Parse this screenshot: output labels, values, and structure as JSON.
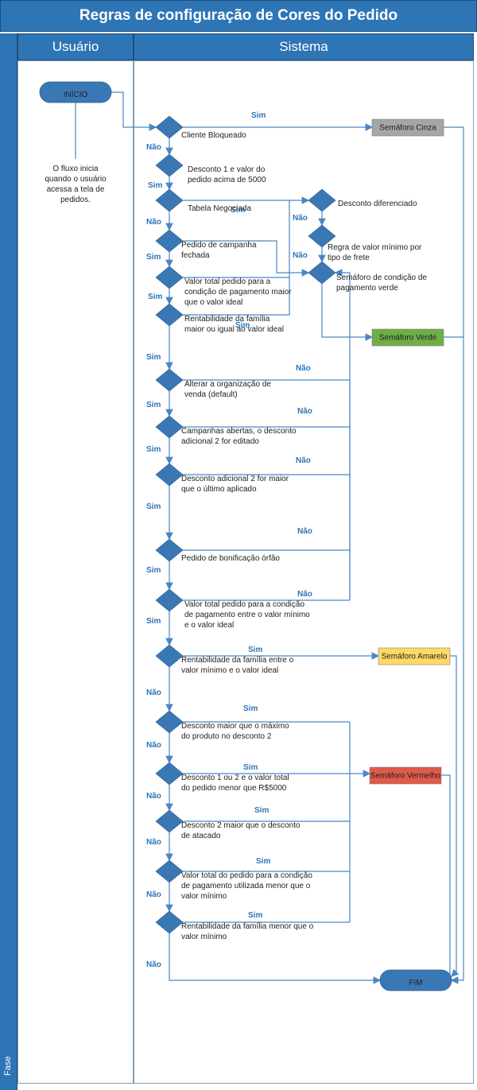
{
  "title": "Regras de configuração de Cores do Pedido",
  "lanes": {
    "user": "Usuário",
    "system": "Sistema",
    "phase": "Fase"
  },
  "start": {
    "label": "INÍCIO",
    "note": [
      "O fluxo inicia",
      "quando o usuário",
      "acessa a tela de",
      "pedidos."
    ]
  },
  "end": {
    "label": "FIM"
  },
  "decisions": [
    [
      "Cliente Bloqueado"
    ],
    [
      "Desconto 1 e valor do",
      "pedido acima de 5000"
    ],
    [
      "Tabela Negociada"
    ],
    [
      "Pedido de campanha",
      "fechada"
    ],
    [
      "Valor total pedido para a",
      "condição de pagamento maior",
      "que o valor ideal"
    ],
    [
      "Rentabilidade da família",
      "maior ou igual ao valor ideal"
    ],
    [
      "Alterar a organização de",
      "venda (default)"
    ],
    [
      "Campanhas abertas, o desconto",
      "adicional 2 for editado"
    ],
    [
      "Desconto adicional 2 for maior",
      "que o último aplicado"
    ],
    [
      "Pedido de bonificação órfão"
    ],
    [
      "Valor total pedido para a condição",
      "de pagamento entre o valor mínimo",
      "e o valor ideal"
    ],
    [
      "Rentabilidade da família entre o",
      "valor mínimo e o valor ideal"
    ],
    [
      "Desconto maior que o máximo",
      "do produto no desconto 2"
    ],
    [
      "Desconto 1 ou 2 e o valor total",
      "do pedido menor que R$5000"
    ],
    [
      "Desconto 2 maior que o desconto",
      "de atacado"
    ],
    [
      "Valor total do pedido para a condição",
      "de pagamento utilizada menor que o",
      "valor mínimo"
    ],
    [
      "Rentabilidade da família menor que o",
      "valor mínimo"
    ]
  ],
  "side_decisions": [
    [
      "Desconto diferenciado"
    ],
    [
      "Regra de valor mínimo por",
      "tipo de frete"
    ],
    [
      "Semáforo de condição de",
      "pagamento verde"
    ]
  ],
  "semaphores": [
    {
      "label": "Semáforo Cinza",
      "color": "#a6a6a6"
    },
    {
      "label": "Semáforo Verde",
      "color": "#70ad47"
    },
    {
      "label": "Semáforo Amarelo",
      "color": "#ffd966"
    },
    {
      "label": "Semáforo Vermelho",
      "color": "#e05a4a"
    }
  ],
  "edge_labels": {
    "yes": "Sim",
    "no": "Não"
  },
  "colors": {
    "lane_header": "#2e75b6",
    "shape": "#3a78b5",
    "line": "#4a86c5",
    "label": "#2e75b6"
  }
}
